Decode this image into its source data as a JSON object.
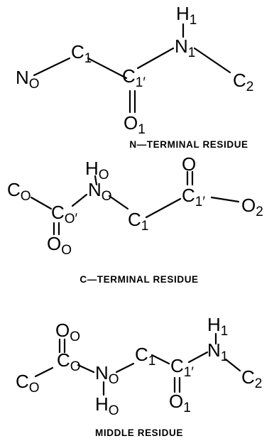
{
  "residues": [
    {
      "caption": "N—TERMINAL RESIDUE",
      "atoms": [
        {
          "el": "H",
          "sub": "1"
        },
        {
          "el": "N",
          "sub": "O"
        },
        {
          "el": "C",
          "sub": "1"
        },
        {
          "el": "C",
          "sub": "1′"
        },
        {
          "el": "N",
          "sub": "1"
        },
        {
          "el": "C",
          "sub": "2"
        },
        {
          "el": "O",
          "sub": "1"
        }
      ]
    },
    {
      "caption": "C—TERMINAL RESIDUE",
      "atoms": [
        {
          "el": "H",
          "sub": "O"
        },
        {
          "el": "O",
          "sub": ""
        },
        {
          "el": "C",
          "sub": "O"
        },
        {
          "el": "C",
          "sub": "O′"
        },
        {
          "el": "N",
          "sub": "O"
        },
        {
          "el": "C",
          "sub": "1"
        },
        {
          "el": "C",
          "sub": "1′"
        },
        {
          "el": "O",
          "sub": "2"
        },
        {
          "el": "O",
          "sub": "O"
        }
      ]
    },
    {
      "caption": "MIDDLE RESIDUE",
      "atoms": [
        {
          "el": "O",
          "sub": "O"
        },
        {
          "el": "H",
          "sub": "1"
        },
        {
          "el": "C",
          "sub": "O"
        },
        {
          "el": "C",
          "sub": "O"
        },
        {
          "el": "N",
          "sub": "O"
        },
        {
          "el": "C",
          "sub": "1"
        },
        {
          "el": "C",
          "sub": "1′"
        },
        {
          "el": "N",
          "sub": "1"
        },
        {
          "el": "C",
          "sub": "2"
        },
        {
          "el": "H",
          "sub": "O"
        },
        {
          "el": "O",
          "sub": "1"
        }
      ]
    }
  ]
}
